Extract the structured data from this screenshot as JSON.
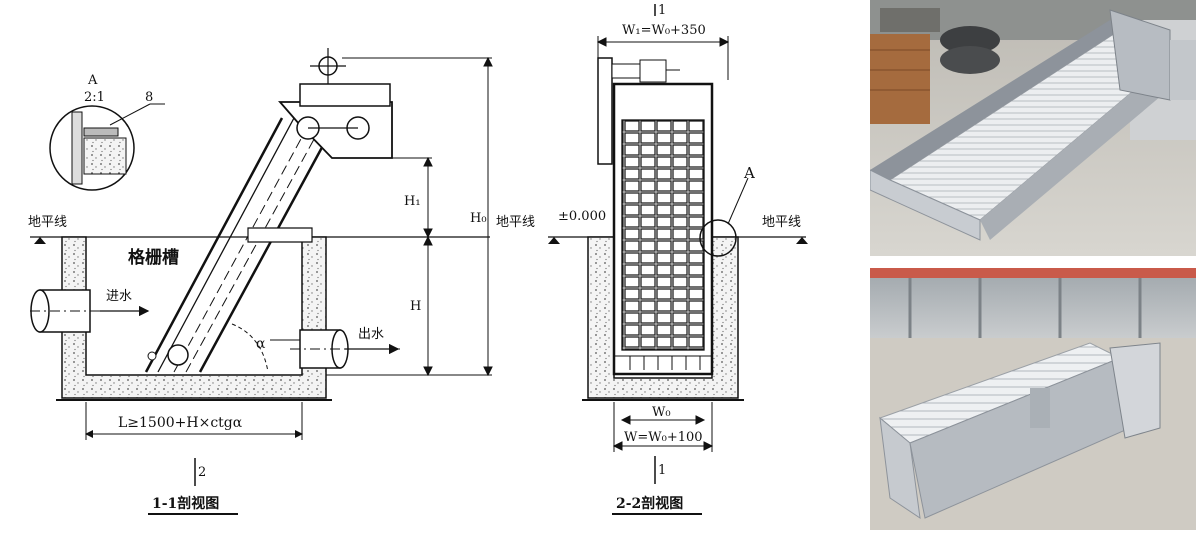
{
  "section_1": {
    "detail_mark": "A",
    "detail_scale": "2:1",
    "weld_symbol": "8",
    "ground_label": "地平线",
    "channel_label": "格栅槽",
    "inlet_label": "进水",
    "outlet_label": "出水",
    "h1_label": "H₁",
    "h0_label": "H₀",
    "h_label": "H",
    "angle_label": "α",
    "length_formula": "L≥1500+H×ctgα",
    "cut_number": "2",
    "caption": "1-1剖视图"
  },
  "section_2": {
    "cut_number_top": "1",
    "w1_formula": "W₁=W₀+350",
    "ground_label_left": "地平线",
    "elevation": "±0.000",
    "detail_mark": "A",
    "ground_label_right": "地平线",
    "w0_label": "W₀",
    "w_formula": "W=W₀+100",
    "cut_number_bottom": "1",
    "caption": "2-2剖视图"
  },
  "colors": {
    "line": "#111111",
    "concrete_fill": "#f2f2f2",
    "steel_light": "#d8dbe0",
    "steel_dark": "#8d939b",
    "floor": "#c9c6bf"
  }
}
